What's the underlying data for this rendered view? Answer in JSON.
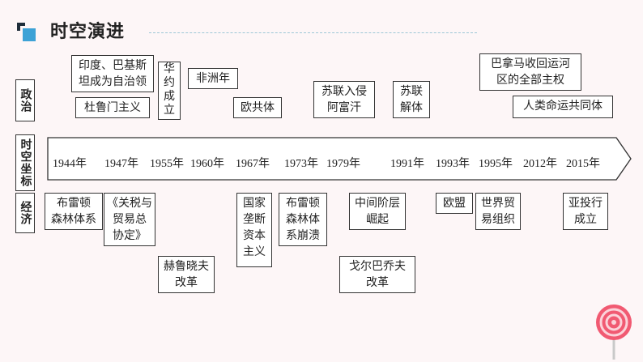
{
  "title": "时空演进",
  "side_labels": {
    "politics": "政治",
    "axis": "时空坐标",
    "economy": "经济"
  },
  "years": [
    "1944年",
    "1947年",
    "1955年",
    "1960年",
    "1967年",
    "1973年",
    "1979年",
    "1991年",
    "1993年",
    "1995年",
    "2012年",
    "2015年"
  ],
  "politics_events": [
    "印度、巴基斯\n坦成为自治领",
    "杜鲁门主义",
    "华\n约\n成\n立",
    "非洲年",
    "欧共体",
    "苏联入侵\n阿富汗",
    "苏联\n解体",
    "巴拿马收回运河\n区的全部主权",
    "人类命运共同体"
  ],
  "economy_events": [
    "布雷顿\n森林体系",
    "《关税与\n贸易总\n协定》",
    "赫鲁晓夫\n改革",
    "国家\n垄断\n资本\n主义",
    "布雷顿\n森林体\n系崩溃",
    "中间阶层\n崛起",
    "戈尔巴乔夫\n改革",
    "欧盟",
    "世界贸\n易组织",
    "亚投行\n成立"
  ],
  "colors": {
    "icon_blue": "#3da2d6",
    "icon_dark": "#1f2d3a",
    "lollipop": "#f15a72",
    "separator": "#9cc6d6"
  }
}
